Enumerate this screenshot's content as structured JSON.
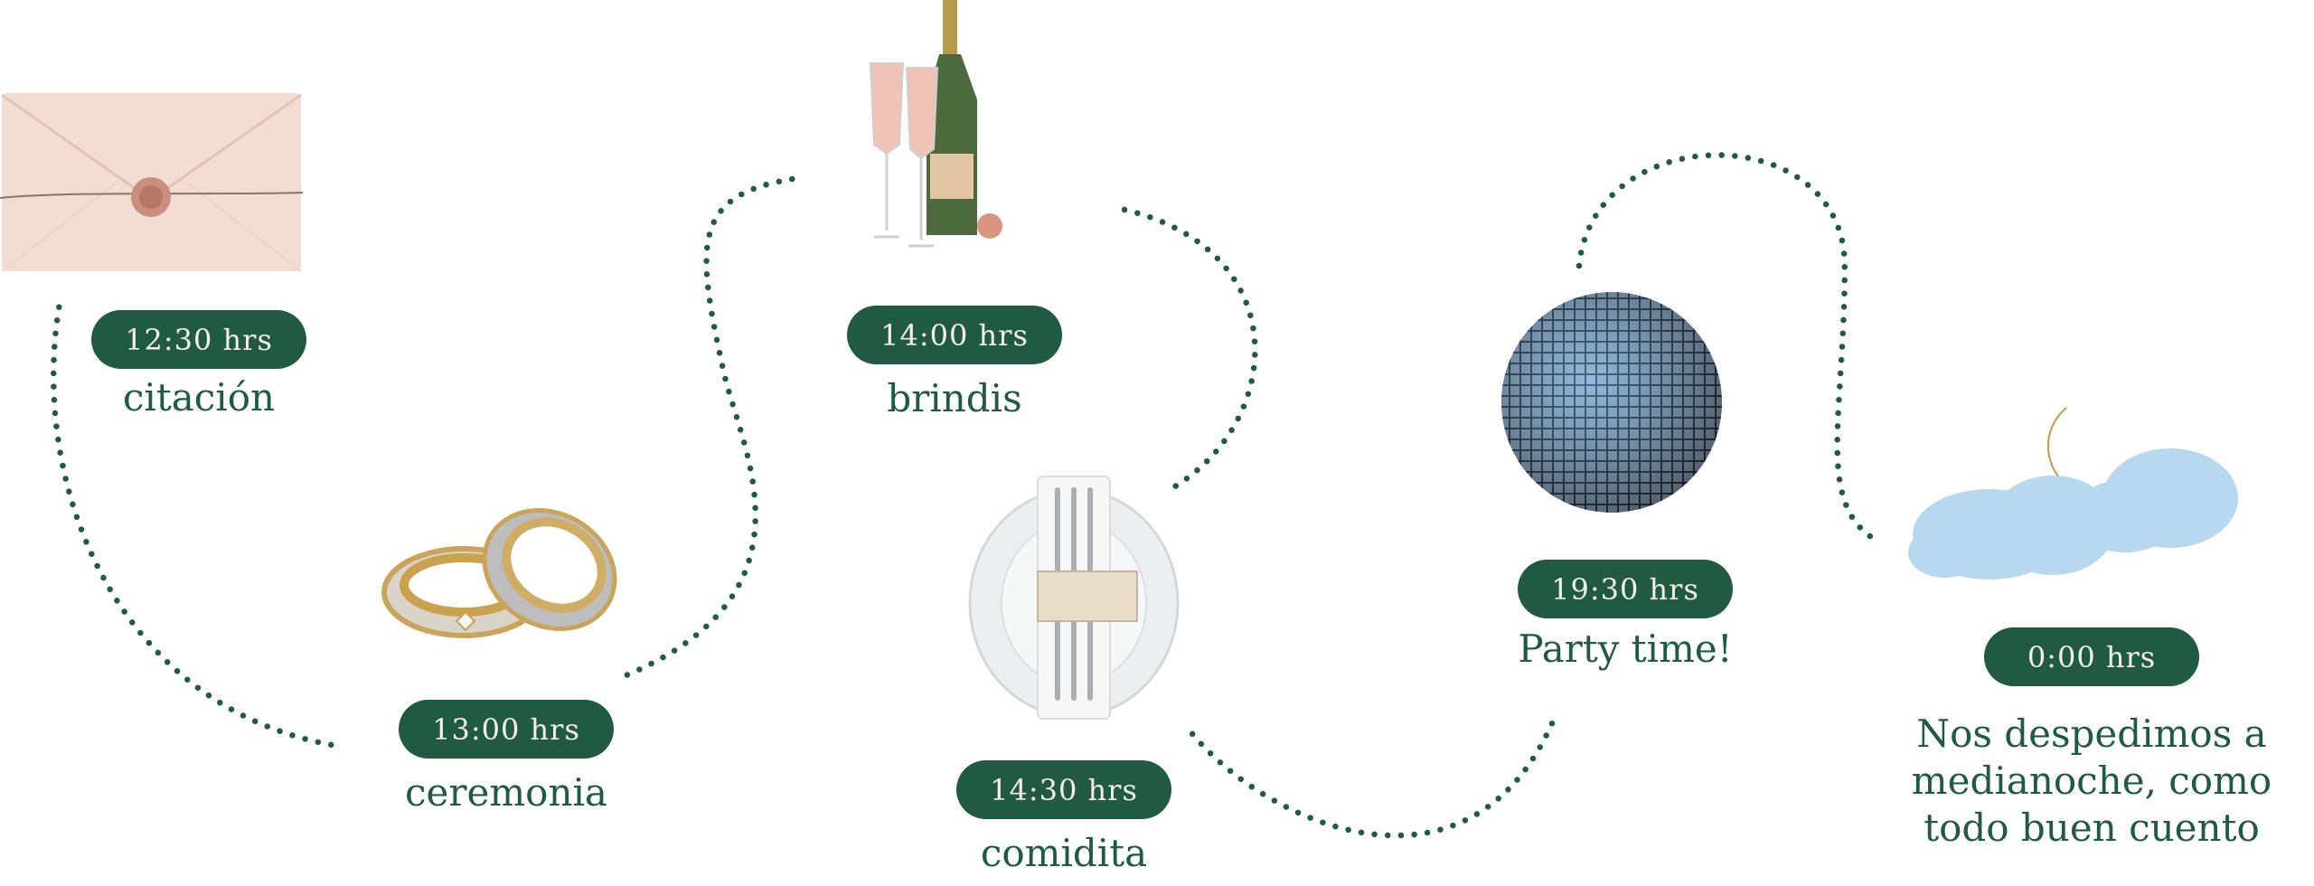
{
  "accent_color": "#215a42",
  "events": [
    {
      "time": "12:30 hrs",
      "label": "citación",
      "icon": "envelope-icon"
    },
    {
      "time": "13:00 hrs",
      "label": "ceremonia",
      "icon": "rings-icon"
    },
    {
      "time": "14:00 hrs",
      "label": "brindis",
      "icon": "champagne-icon"
    },
    {
      "time": "14:30 hrs",
      "label": "comidita",
      "icon": "plate-icon"
    },
    {
      "time": "19:30 hrs",
      "label": "Party time!",
      "icon": "disco-ball-icon"
    },
    {
      "time": "0:00 hrs",
      "label_lines": [
        "Nos despedimos a",
        "medianoche, como",
        "todo buen cuento"
      ],
      "icon": "moon-cloud-icon"
    }
  ]
}
